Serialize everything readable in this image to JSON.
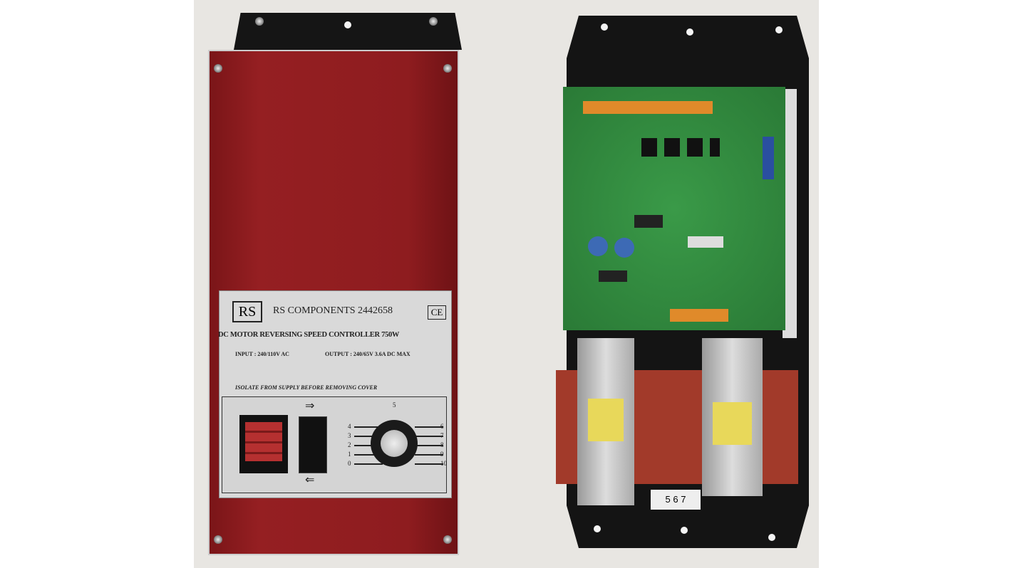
{
  "label": {
    "logo": "RS",
    "company": "RS COMPONENTS 2442658",
    "ce_mark": "CE",
    "product": "DC MOTOR REVERSING SPEED CONTROLLER 750W",
    "input": "INPUT : 240/110V AC",
    "output": "OUTPUT : 240/65V 3.6A DC MAX",
    "warning": "ISOLATE FROM SUPPLY BEFORE REMOVING COVER",
    "arrow_forward": "⇒",
    "arrow_reverse": "⇐",
    "dial_left": [
      "4",
      "3",
      "2",
      "1",
      "0"
    ],
    "dial_top": "5",
    "dial_right": [
      "6",
      "7",
      "8",
      "9",
      "10"
    ]
  },
  "terminal_labels": "5 6 7",
  "colors": {
    "panel": "#8e1c1f",
    "pcb": "#2f8a3e",
    "tray": "#111111"
  }
}
